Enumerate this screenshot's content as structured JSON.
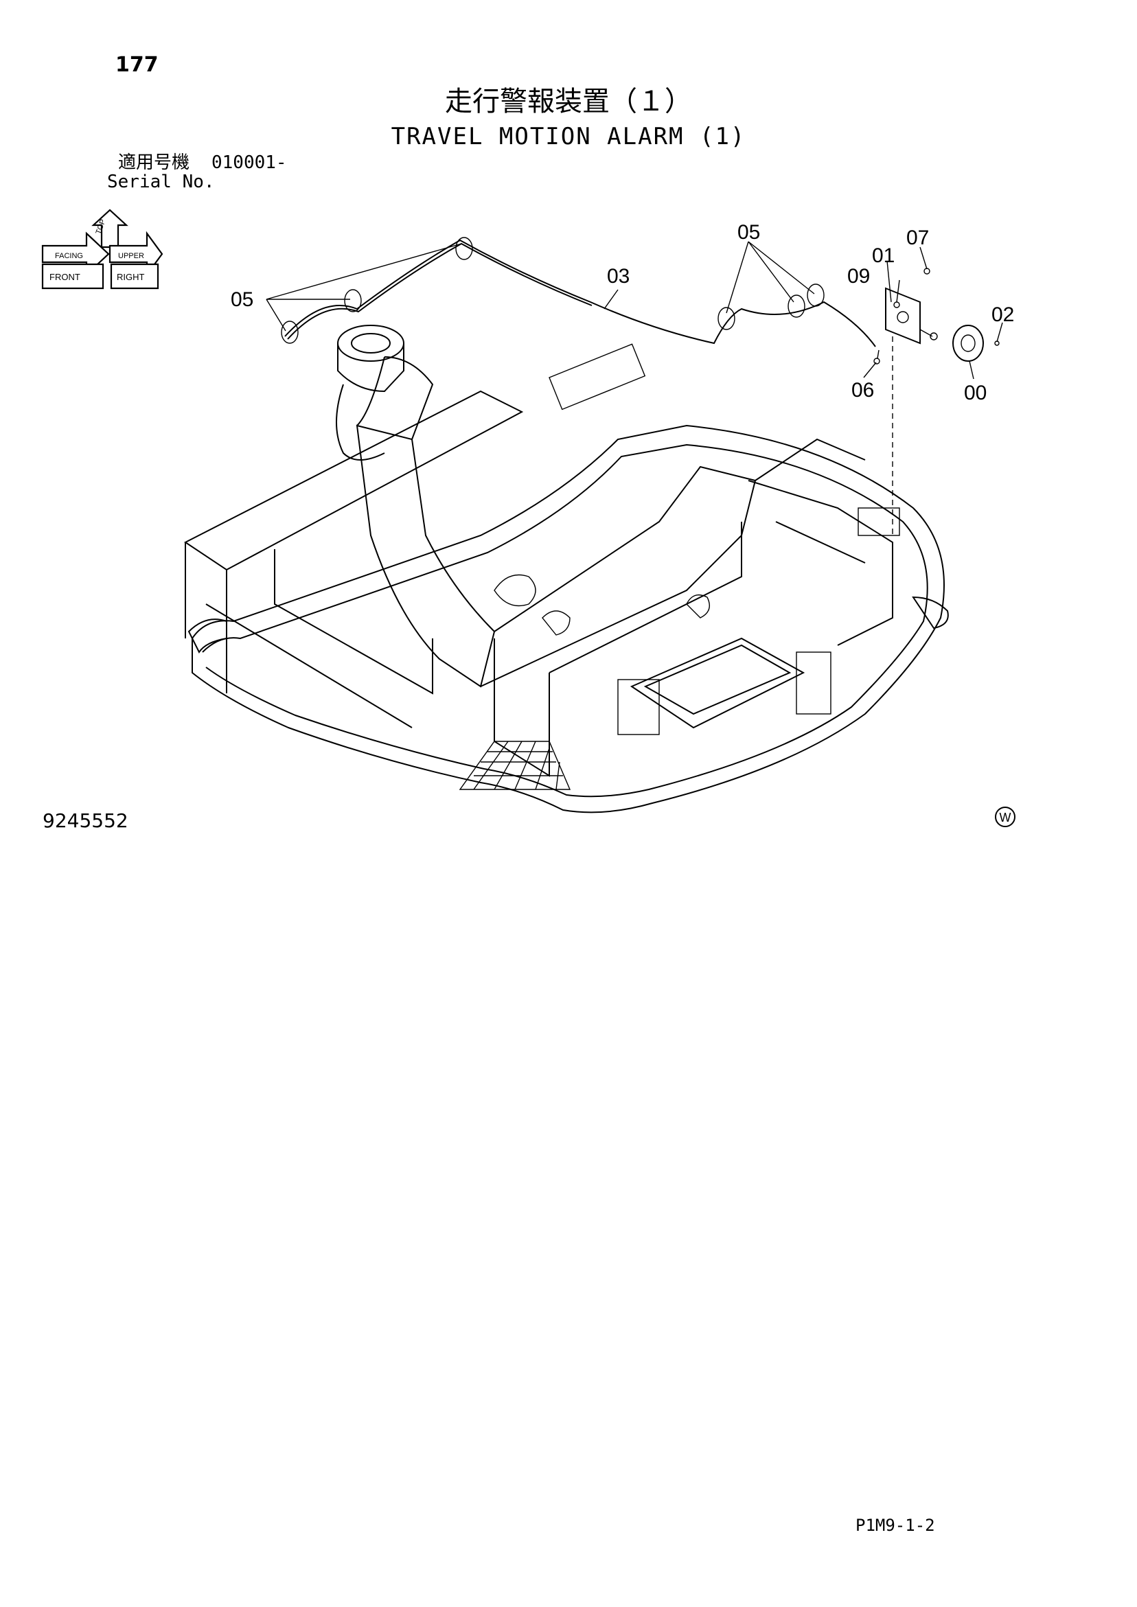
{
  "page": {
    "number": "177",
    "title_jp": "走行警報装置（１）",
    "title_en": "TRAVEL MOTION ALARM (1)",
    "serial_label_jp": "適用号機",
    "serial_value": "010001-",
    "serial_label_en": "Serial No.",
    "drawing_number": "9245552",
    "page_code": "P1M9-1-2",
    "mark": "W"
  },
  "orientation_icon": {
    "labels": [
      "FRONT",
      "TOP",
      "RIGHT",
      "FACING",
      "UPPER"
    ]
  },
  "callouts": [
    "00",
    "01",
    "02",
    "03",
    "05",
    "05",
    "06",
    "07",
    "09"
  ]
}
